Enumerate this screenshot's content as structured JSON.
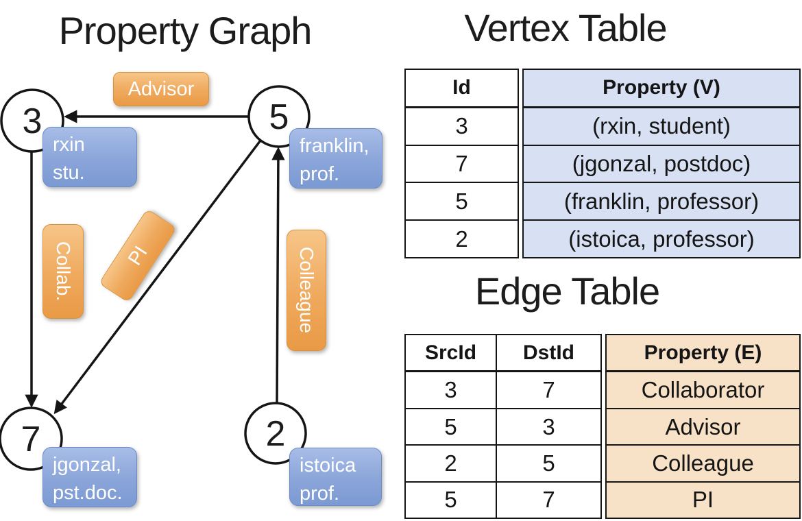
{
  "graph": {
    "title": "Property Graph",
    "nodes": [
      {
        "id": "3",
        "label_line1": "rxin",
        "label_line2": "stu."
      },
      {
        "id": "5",
        "label_line1": "franklin,",
        "label_line2": "prof."
      },
      {
        "id": "7",
        "label_line1": "jgonzal,",
        "label_line2": "pst.doc."
      },
      {
        "id": "2",
        "label_line1": "istoica",
        "label_line2": "prof."
      }
    ],
    "edge_labels": {
      "advisor": "Advisor",
      "collab": "Collab.",
      "pi": "PI",
      "colleague": "Colleague"
    }
  },
  "vertex_table": {
    "title": "Vertex Table",
    "headers": {
      "id": "Id",
      "property": "Property (V)"
    },
    "rows": [
      {
        "id": "3",
        "property": "(rxin, student)"
      },
      {
        "id": "7",
        "property": "(jgonzal, postdoc)"
      },
      {
        "id": "5",
        "property": "(franklin, professor)"
      },
      {
        "id": "2",
        "property": "(istoica, professor)"
      }
    ]
  },
  "edge_table": {
    "title": "Edge Table",
    "headers": {
      "src": "SrcId",
      "dst": "DstId",
      "property": "Property (E)"
    },
    "rows": [
      {
        "src": "3",
        "dst": "7",
        "property": "Collaborator"
      },
      {
        "src": "5",
        "dst": "3",
        "property": "Advisor"
      },
      {
        "src": "2",
        "dst": "5",
        "property": "Colleague"
      },
      {
        "src": "5",
        "dst": "7",
        "property": "PI"
      }
    ]
  },
  "colors": {
    "edge_label_orange": "#efa95d",
    "vertex_label_blue": "#8aa5d9",
    "vertex_table_fill": "#d8e1f3",
    "edge_table_fill": "#f8e2c7",
    "line_black": "#151515"
  }
}
